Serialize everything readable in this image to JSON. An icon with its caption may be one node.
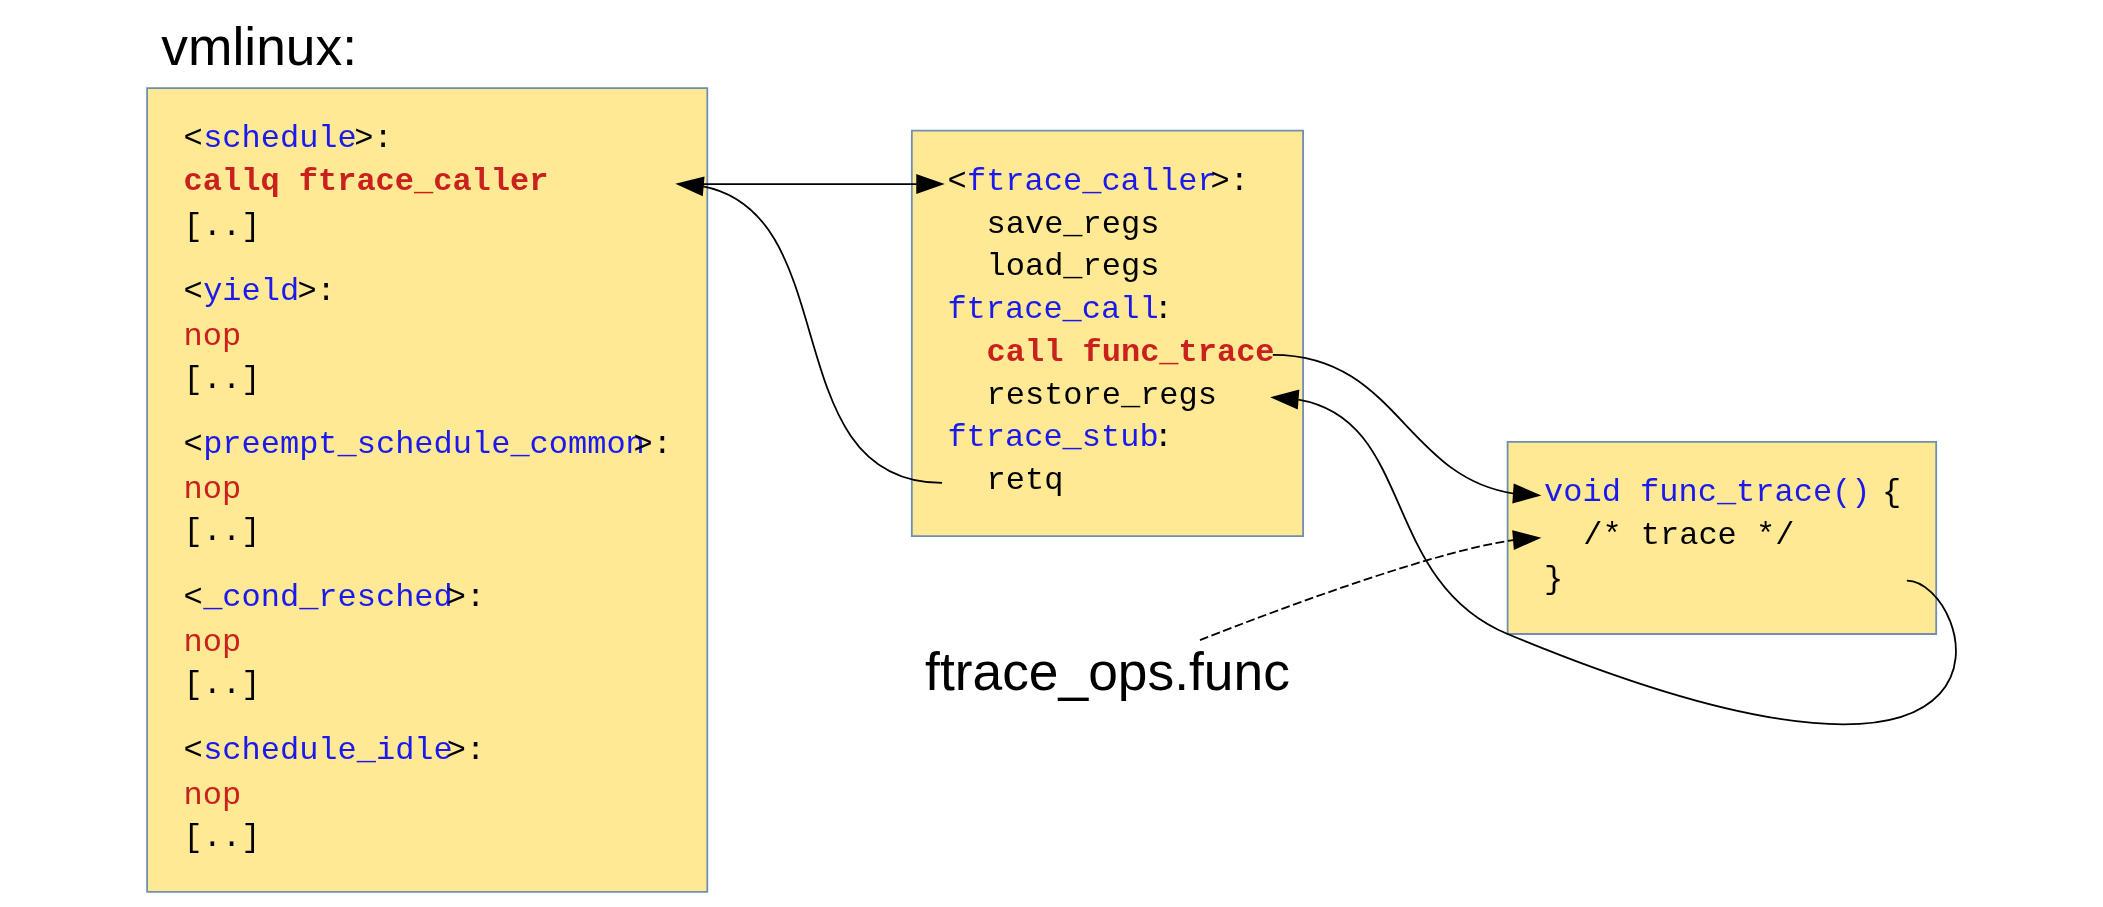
{
  "diagram": {
    "title": "vmlinux:",
    "nodes": [
      {
        "text": [
          "<schedule>:",
          "callq ftrace_caller",
          "[..]",
          "<yield>:",
          "nop",
          "[..]",
          "<preempt_schedule_common>:",
          "nop",
          "[..]",
          "<_cond_resched>:",
          "nop",
          "[..]",
          "<schedule_idle>:",
          "nop",
          "[..]"
        ]
      },
      {
        "text": [
          "<ftrace_caller>:",
          "save_regs",
          "load_regs",
          "ftrace_call:",
          "call func_trace",
          "restore_regs",
          "ftrace_stub:",
          "retq"
        ]
      },
      {
        "text": [
          "void func_trace() {",
          "/* trace */",
          "}"
        ]
      },
      {
        "text": [
          "ftrace_ops.func"
        ]
      }
    ],
    "edges": [
      {
        "from": 0,
        "to": 1,
        "arrow": "to"
      },
      {
        "from": 1,
        "to": 0,
        "arrow": "to"
      },
      {
        "from": 1,
        "to": 2,
        "arrow": "to"
      },
      {
        "from": 2,
        "to": 1,
        "arrow": "to"
      },
      {
        "from": 3,
        "to": 2,
        "arrow": "to",
        "style": "dashed"
      }
    ]
  }
}
